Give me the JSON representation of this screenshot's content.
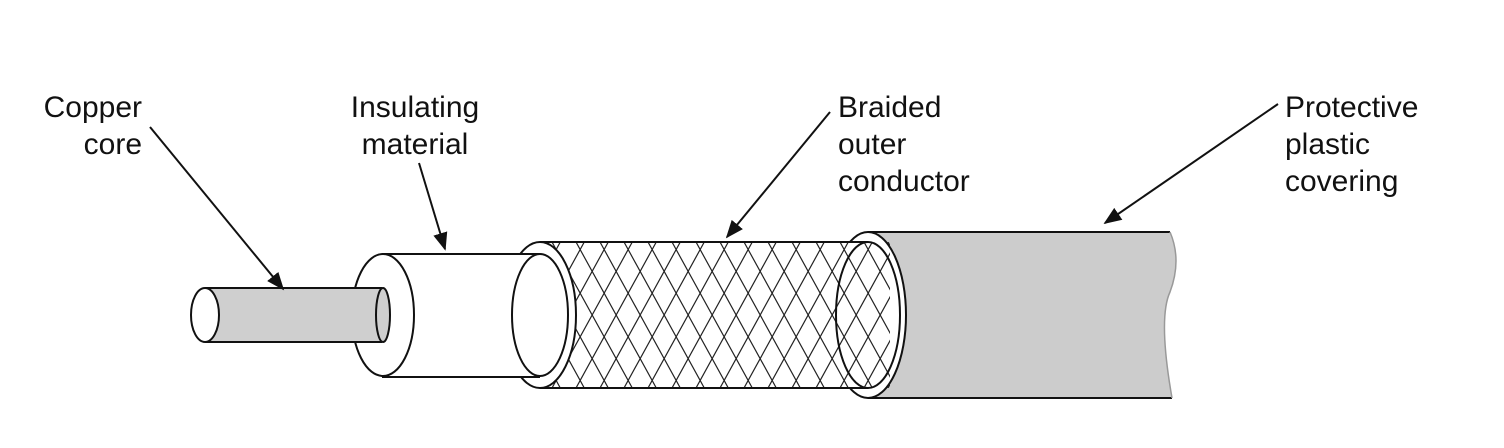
{
  "labels": {
    "copper_core": [
      "Copper",
      "core"
    ],
    "insulating_material": [
      "Insulating",
      "material"
    ],
    "braided_outer_conductor": [
      "Braided",
      "outer",
      "conductor"
    ],
    "protective_plastic_covering": [
      "Protective",
      "plastic",
      "covering"
    ]
  },
  "colors": {
    "core_fill": "#cfcfcf",
    "insulation_fill": "#ffffff",
    "braid_fill": "#ffffff",
    "covering_fill": "#cccccc",
    "stroke": "#111111"
  }
}
